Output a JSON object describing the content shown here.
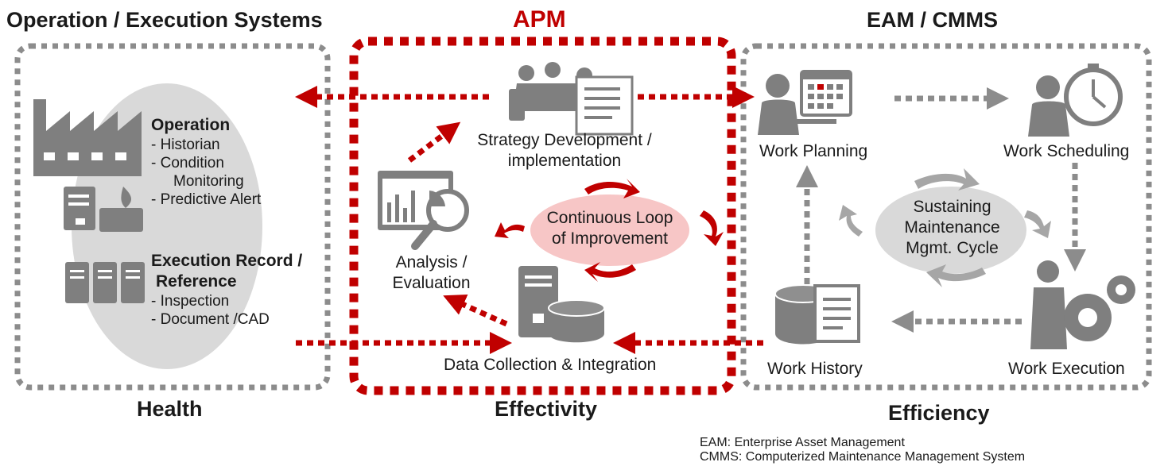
{
  "sections": {
    "left": {
      "title": "Operation / Execution Systems",
      "footer": "Health"
    },
    "middle": {
      "title": "APM",
      "footer": "Effectivity"
    },
    "right": {
      "title": "EAM / CMMS",
      "footer": "Efficiency"
    }
  },
  "left_panel": {
    "operation": {
      "heading": "Operation",
      "items": [
        "- Historian",
        "- Condition",
        "Monitoring",
        "- Predictive Alert"
      ]
    },
    "execution": {
      "heading_line1": "Execution Record /",
      "heading_line2": "Reference",
      "items": [
        "- Inspection",
        "- Document /CAD"
      ]
    }
  },
  "apm": {
    "strategy_line1": "Strategy Development /",
    "strategy_line2": "implementation",
    "loop_line1": "Continuous Loop",
    "loop_line2": "of Improvement",
    "analysis_line1": "Analysis /",
    "analysis_line2": "Evaluation",
    "data_collection": "Data Collection & Integration"
  },
  "eam": {
    "work_planning": "Work Planning",
    "work_scheduling": "Work Scheduling",
    "cycle_line1": "Sustaining",
    "cycle_line2": "Maintenance",
    "cycle_line3": "Mgmt. Cycle",
    "work_history": "Work History",
    "work_execution": "Work Execution"
  },
  "footnotes": {
    "eam": "EAM: Enterprise Asset Management",
    "cmms": "CMMS: Computerized Maintenance Management System"
  },
  "colors": {
    "accent_red": "#c00000",
    "gray_dot": "#8c8c8c",
    "icon_gray": "#7f7f7f",
    "ellipse_gray": "#d9d9d9",
    "loop_pink": "#f7c6c6"
  }
}
